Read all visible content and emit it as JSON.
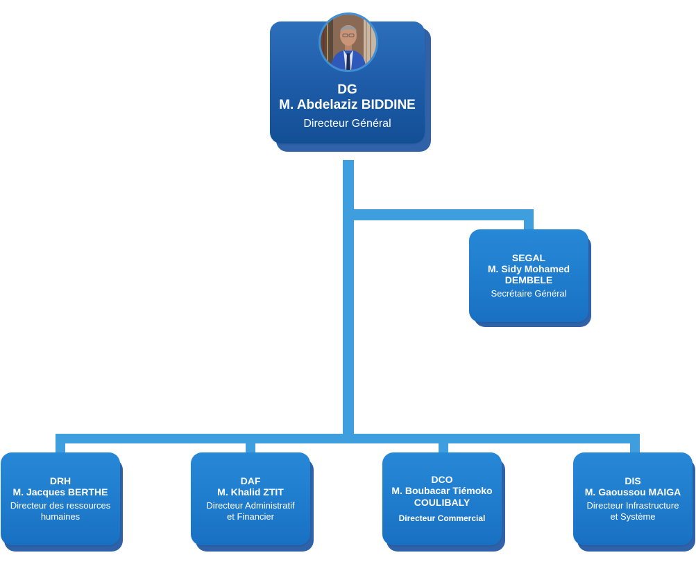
{
  "colors": {
    "connector": "#3f9fde",
    "card_dark": "#1e5ca9",
    "card_light": "#1f7ccd",
    "text": "#ffffff"
  },
  "nodes": {
    "dg": {
      "title": "DG",
      "name": "M. Abdelaziz BIDDINE",
      "role": "Directeur Général"
    },
    "segal": {
      "title": "SEGAL",
      "name_line1": "M. Sidy Mohamed",
      "name_line2": "DEMBELE",
      "role": "Secrétaire Général"
    },
    "drh": {
      "title": "DRH",
      "name": "M. Jacques BERTHE",
      "role_line1": "Directeur des ressources",
      "role_line2": "humaines"
    },
    "daf": {
      "title": "DAF",
      "name": "M. Khalid ZTIT",
      "role_line1": "Directeur Administratif",
      "role_line2": "et Financier"
    },
    "dco": {
      "title": "DCO",
      "name_line1": "M. Boubacar Tiémoko",
      "name_line2": "COULIBALY",
      "role": "Directeur Commercial"
    },
    "dis": {
      "title": "DIS",
      "name": "M. Gaoussou MAIGA",
      "role_line1": "Directeur Infrastructure",
      "role_line2": "et Système"
    }
  }
}
